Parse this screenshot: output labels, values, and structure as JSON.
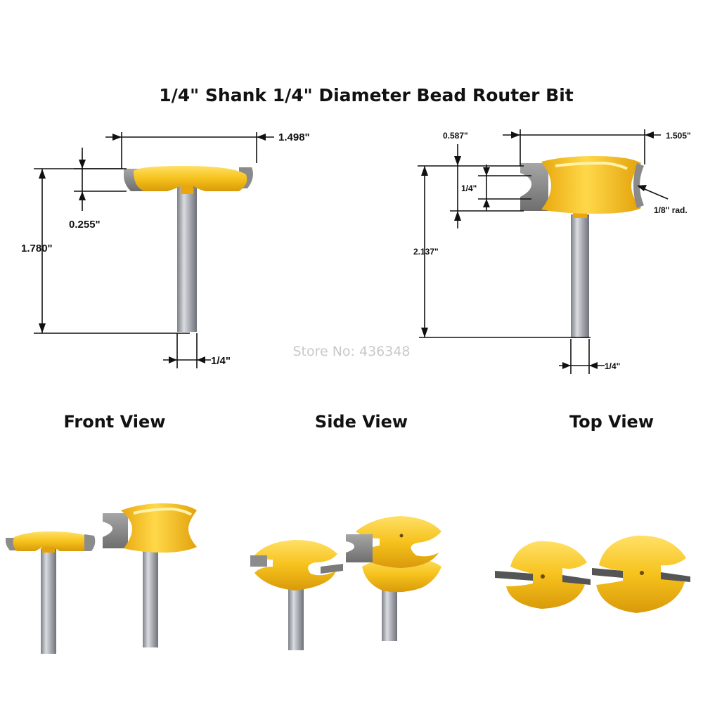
{
  "title": "1/4\" Shank 1/4\" Diameter Bead Router Bit",
  "watermark": "Store No: 436348",
  "views": {
    "front": "Front View",
    "side": "Side View",
    "top": "Top View"
  },
  "front_diagram": {
    "width": "1.498\"",
    "cutter_height": "0.255\"",
    "overall_length": "1.780\"",
    "shank": "1/4\""
  },
  "side_diagram": {
    "offset": "0.587\"",
    "width": "1.505\"",
    "bead": "1/4\"",
    "radius": "1/8\" rad.",
    "overall_length": "2.137\"",
    "shank": "1/4\""
  },
  "colors": {
    "cutter_yellow": "#f6c21c",
    "cutter_highlight": "#ffe066",
    "cutter_shadow": "#d99a0a",
    "carbide_gray": "#8a8a8a",
    "shank_gray": "#b5b8bd"
  }
}
